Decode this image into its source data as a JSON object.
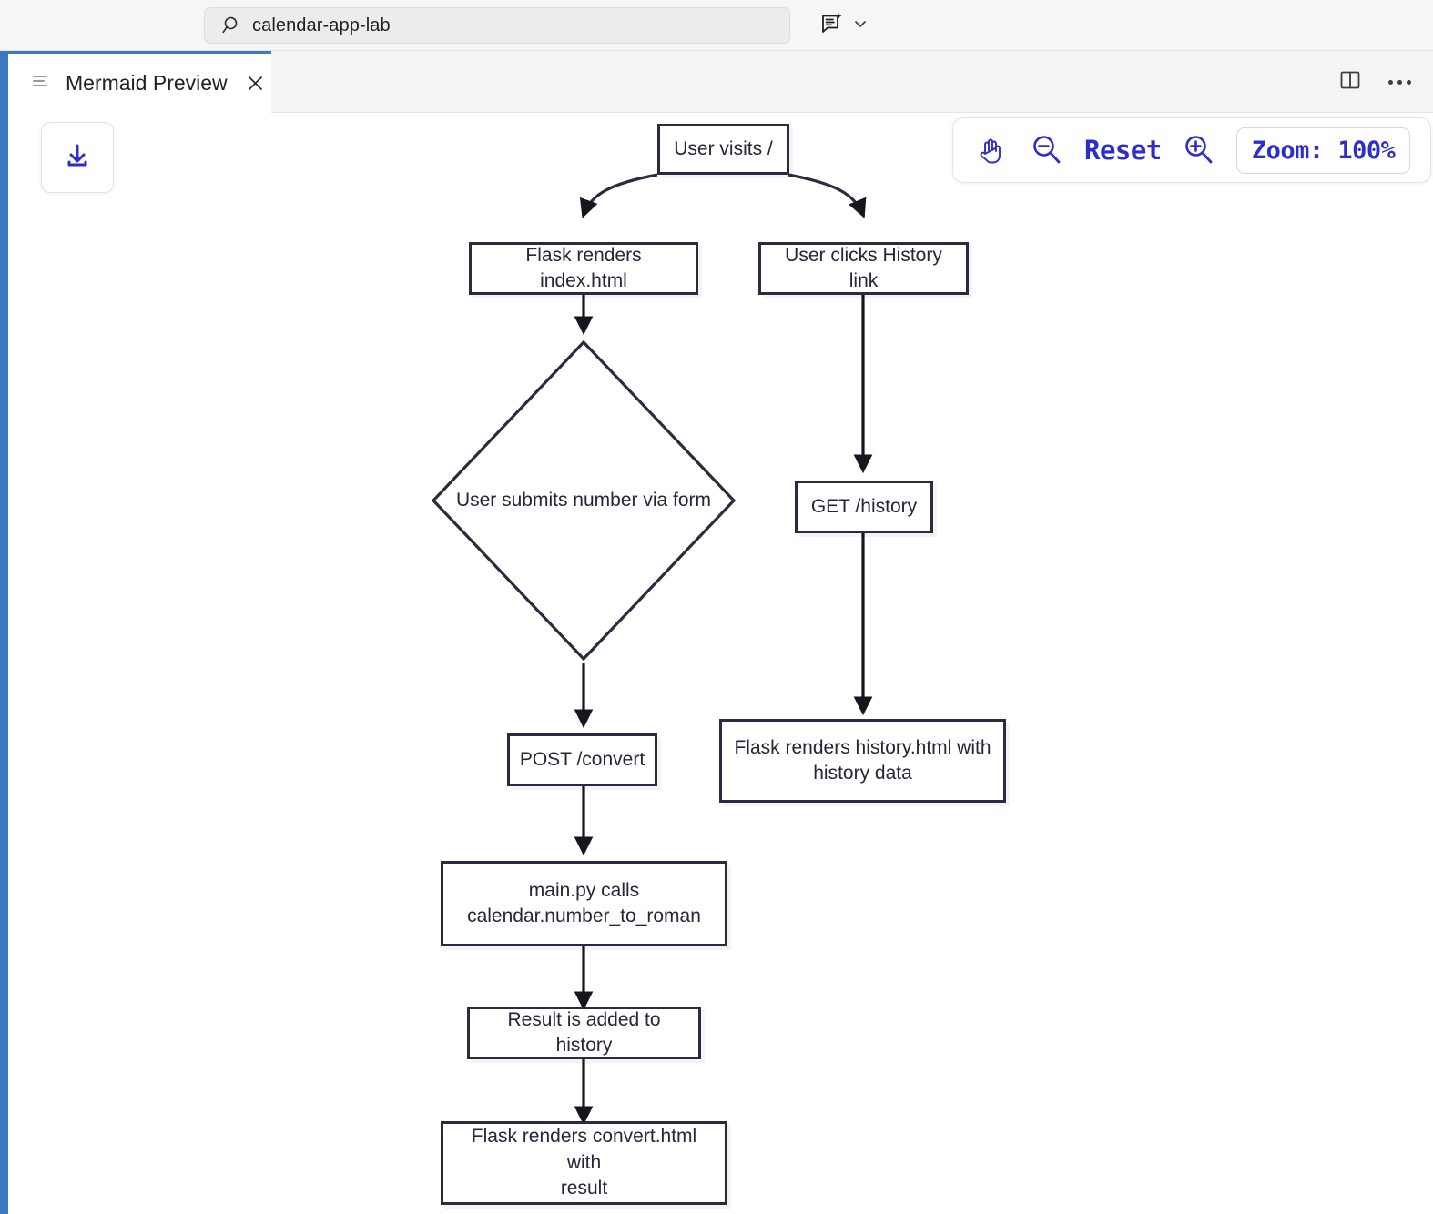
{
  "titlebar": {
    "search": {
      "value": "calendar-app-lab",
      "icon": "search-icon"
    },
    "copilot": {
      "icon": "copilot-chat-icon",
      "chevron": "chevron-down-icon"
    }
  },
  "tabbar": {
    "tabs": [
      {
        "label": "Mermaid Preview",
        "icon": "preview-list-icon",
        "close": "close-icon",
        "active": true
      }
    ],
    "actions": [
      {
        "name": "split-editor-icon"
      },
      {
        "name": "more-actions-icon"
      }
    ]
  },
  "preview": {
    "download_button": {
      "icon": "download-icon",
      "label": ""
    },
    "controls": {
      "pan": "pan-hand-icon",
      "zoom_out": "zoom-out-icon",
      "reset_label": "Reset",
      "zoom_in": "zoom-in-icon",
      "zoom_level_label": "Zoom: 100%"
    },
    "accent_color": "#2d2dcc",
    "focus_stripe_color": "#3b78c3",
    "node_border_color": "#2b2b40"
  },
  "chart_data": {
    "type": "diagram",
    "diagram_type": "flowchart",
    "direction": "TD",
    "title": "",
    "nodes": [
      {
        "id": "A",
        "label": "User visits /",
        "shape": "rect"
      },
      {
        "id": "B",
        "label": "Flask renders index.html",
        "shape": "rect"
      },
      {
        "id": "C",
        "label": "User clicks History link",
        "shape": "rect"
      },
      {
        "id": "D",
        "label": "User submits number via form",
        "shape": "diamond"
      },
      {
        "id": "E",
        "label": "GET /history",
        "shape": "rect"
      },
      {
        "id": "F",
        "label": "POST /convert",
        "shape": "rect"
      },
      {
        "id": "G",
        "label": "Flask renders history.html with history data",
        "shape": "rect",
        "line1": "Flask renders history.html with",
        "line2": "history data"
      },
      {
        "id": "H",
        "label": "main.py calls calendar.number_to_roman",
        "shape": "rect",
        "line1": "main.py calls",
        "line2": "calendar.number_to_roman"
      },
      {
        "id": "I",
        "label": "Result is added to history",
        "shape": "rect"
      },
      {
        "id": "J",
        "label": "Flask renders convert.html with result",
        "shape": "rect",
        "line1": "Flask renders convert.html with",
        "line2": "result"
      }
    ],
    "edges": [
      {
        "from": "A",
        "to": "B",
        "label": ""
      },
      {
        "from": "A",
        "to": "C",
        "label": ""
      },
      {
        "from": "B",
        "to": "D",
        "label": ""
      },
      {
        "from": "C",
        "to": "E",
        "label": ""
      },
      {
        "from": "D",
        "to": "F",
        "label": ""
      },
      {
        "from": "E",
        "to": "G",
        "label": ""
      },
      {
        "from": "F",
        "to": "H",
        "label": ""
      },
      {
        "from": "H",
        "to": "I",
        "label": ""
      },
      {
        "from": "I",
        "to": "J",
        "label": ""
      }
    ]
  }
}
